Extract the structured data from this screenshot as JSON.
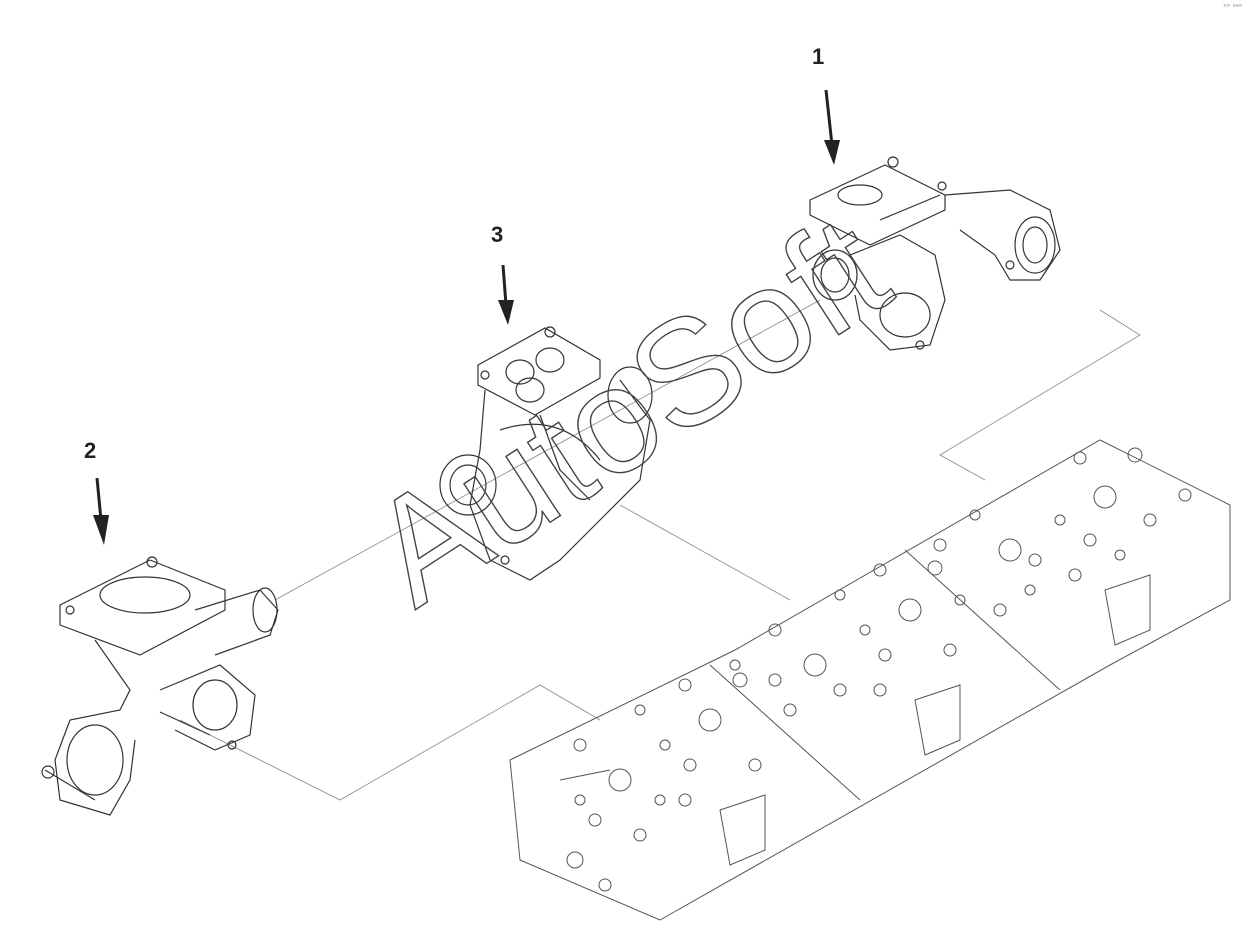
{
  "diagram": {
    "callouts": [
      {
        "id": "1",
        "label": "1"
      },
      {
        "id": "2",
        "label": "2"
      },
      {
        "id": "3",
        "label": "3"
      }
    ],
    "watermark": "AutoSoft",
    "corner_mark": "ᵉᵒ ᵃᵃᵃ"
  },
  "colors": {
    "background": "#ffffff",
    "line": "#333333",
    "callout_text": "#222222"
  }
}
